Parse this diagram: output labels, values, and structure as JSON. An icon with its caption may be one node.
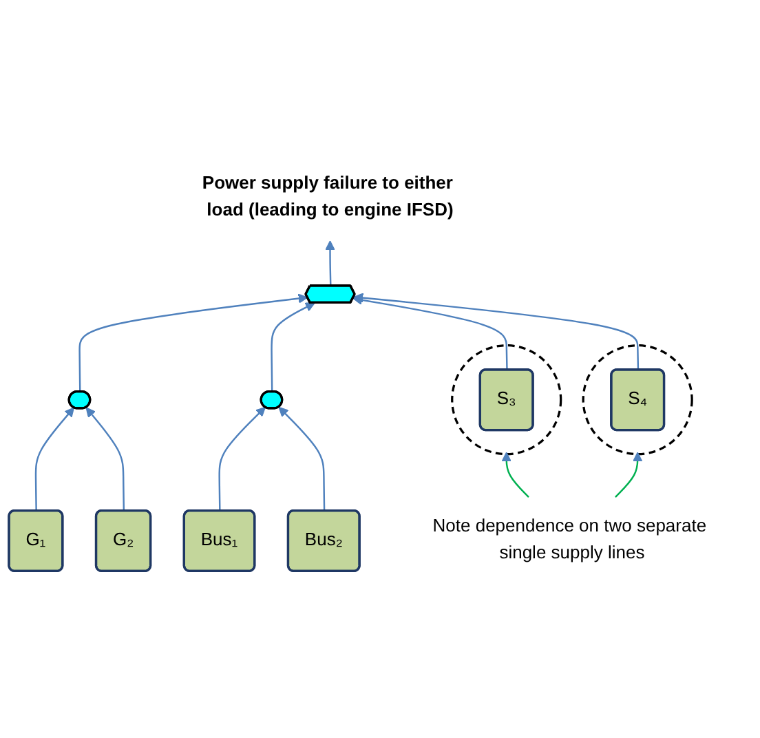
{
  "diagram": {
    "nodes": [
      {
        "text": [
          "Power supply failure to either load (leading to engine IFSD)"
        ]
      },
      {
        "text": [],
        "shape": "or-gate"
      },
      {
        "text": [],
        "shape": "and-gate"
      },
      {
        "text": [],
        "shape": "and-gate"
      },
      {
        "text": [
          "G₁"
        ]
      },
      {
        "text": [
          "G₂"
        ]
      },
      {
        "text": [
          "Bus₁"
        ]
      },
      {
        "text": [
          "Bus₂"
        ]
      },
      {
        "text": [],
        "shape": "circle"
      },
      {
        "text": [
          "S₃"
        ],
        "in": 8
      },
      {
        "text": [],
        "shape": "circle"
      },
      {
        "text": [
          "S₄"
        ],
        "in": 10
      },
      {
        "text": [
          "Note dependence on two separate single supply lines"
        ]
      }
    ],
    "edges": [
      {
        "from": 1,
        "to": 0,
        "arrow": "to"
      },
      {
        "from": 2,
        "to": 1,
        "arrow": "to"
      },
      {
        "from": 3,
        "to": 1,
        "arrow": "to"
      },
      {
        "from": 9,
        "to": 1,
        "arrow": "to"
      },
      {
        "from": 11,
        "to": 1,
        "arrow": "to"
      },
      {
        "from": 4,
        "to": 2,
        "arrow": "to"
      },
      {
        "from": 5,
        "to": 2,
        "arrow": "to"
      },
      {
        "from": 6,
        "to": 3,
        "arrow": "to"
      },
      {
        "from": 7,
        "to": 3,
        "arrow": "to"
      },
      {
        "from": 12,
        "to": 8,
        "arrow": "to",
        "color": "#00b050"
      },
      {
        "from": 12,
        "to": 10,
        "arrow": "to",
        "color": "#00b050"
      }
    ]
  }
}
